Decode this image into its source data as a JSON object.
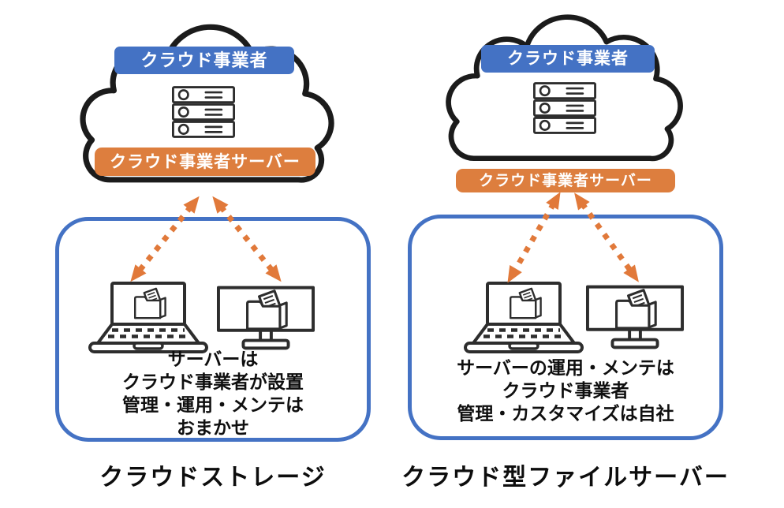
{
  "diagram": {
    "panels": [
      {
        "provider_label": "クラウド事業者",
        "server_label": "クラウド事業者サーバー",
        "description_lines": [
          "サーバーは",
          "クラウド事業者が設置",
          "管理・運用・メンテは",
          "おまかせ"
        ],
        "caption": "クラウドストレージ"
      },
      {
        "provider_label": "クラウド事業者",
        "server_label": "クラウド事業者サーバー",
        "description_lines": [
          "サーバーの運用・メンテは",
          "クラウド事業者",
          "管理・カスタマイズは自社"
        ],
        "caption": "クラウド型ファイルサーバー"
      }
    ],
    "colors": {
      "provider_badge_blue": "#4472C4",
      "server_badge_orange": "#DD7E3E",
      "arrow_orange": "#E1793A",
      "device_box_border_blue": "#4472C4",
      "cloud_outline": "#1B1B1B",
      "text": "#111111"
    }
  }
}
